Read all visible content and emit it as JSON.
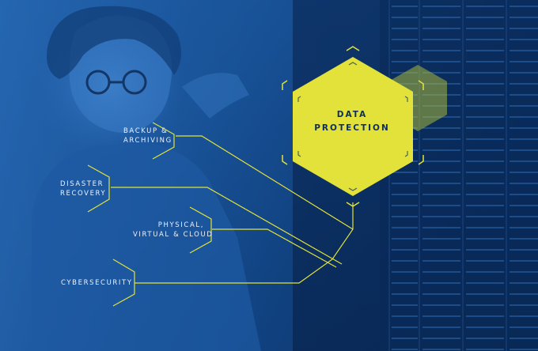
{
  "hexagon": {
    "title_line1": "DATA",
    "title_line2": "PROTECTION"
  },
  "branches": [
    {
      "line1": "BACKUP &",
      "line2": "ARCHIVING"
    },
    {
      "line1": "DISASTER",
      "line2": "RECOVERY"
    },
    {
      "line1": "PHYSICAL,",
      "line2": "VIRTUAL & CLOUD"
    },
    {
      "line1": "CYBERSECURITY"
    }
  ],
  "colors": {
    "background": "#174f93",
    "accent": "#e2e23a",
    "accent_dim": "#a8b83a",
    "label_text": "#eaf2ff",
    "hex_text": "#0d2e5e"
  }
}
